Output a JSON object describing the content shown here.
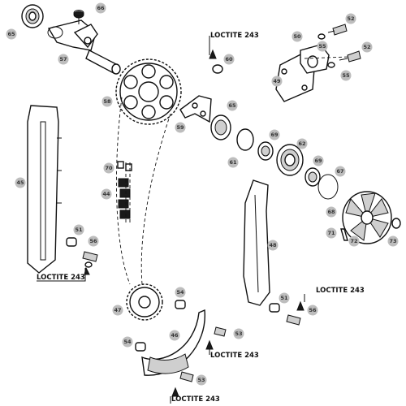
{
  "part_numbers": {
    "p65a": "65",
    "p66": "66",
    "p57": "57",
    "p52a": "52",
    "p50": "50",
    "p55a": "55",
    "p52b": "52",
    "p55b": "55",
    "p60": "60",
    "p49": "49",
    "p58": "58",
    "p59": "59",
    "p65b": "65",
    "p69a": "69",
    "p62": "62",
    "p61": "61",
    "p69b": "69",
    "p67": "67",
    "p45": "45",
    "p70": "70",
    "p44": "44",
    "p68": "68",
    "p71": "71",
    "p72": "72",
    "p73": "73",
    "p48": "48",
    "p51a": "51",
    "p56a": "56",
    "p54a": "54",
    "p47": "47",
    "p53a": "53",
    "p46": "46",
    "p51b": "51",
    "p56b": "56",
    "p54b": "54",
    "p53b": "53"
  },
  "labels": {
    "loctite_top": "LOCTITE 243",
    "loctite_left": "LOCTITE 243",
    "loctite_right": "LOCTITE 243",
    "loctite_mid": "LOCTITE 243",
    "loctite_bottom": "LOCTITE 243"
  }
}
